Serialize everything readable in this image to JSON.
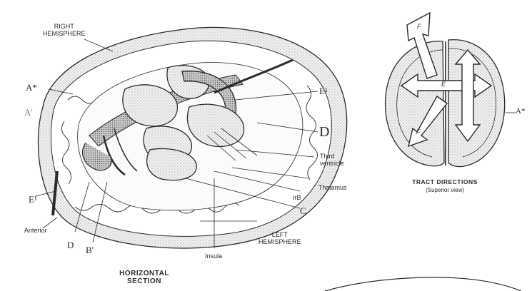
{
  "brain_labels": {
    "right_hemisphere_line1": "RIGHT",
    "right_hemisphere_line2": "HEMISPHERE",
    "a_star": "A*",
    "a_prime_partial": "A'",
    "e_upper": "E¹",
    "d_right": "D",
    "third_ventricle_line1": "Third",
    "third_ventricle_line2": "ventricle",
    "thalamus": "Thalamus",
    "irb": "IrB",
    "c": "C",
    "left_hemisphere_line1": "LEFT",
    "left_hemisphere_line2": "HEMISPHERE",
    "insula": "Insula",
    "e_lower": "E¹",
    "anterior": "Anterior",
    "d_bottom": "D",
    "b_prime": "B'"
  },
  "captions": {
    "horizontal_line1": "HORIZONTAL",
    "horizontal_line2": "SECTION",
    "tract_title": "TRACT DIRECTIONS",
    "tract_subtitle": "(Superior view)"
  },
  "tract_labels": {
    "a_star": "A*",
    "f_upper": "F",
    "f_lower": "F",
    "e_center": "E"
  },
  "colors": {
    "ink": "#2a2a2a",
    "stipple": "#bdbdbd",
    "dark_fill": "#6f6f6f",
    "background": "#ffffff"
  }
}
